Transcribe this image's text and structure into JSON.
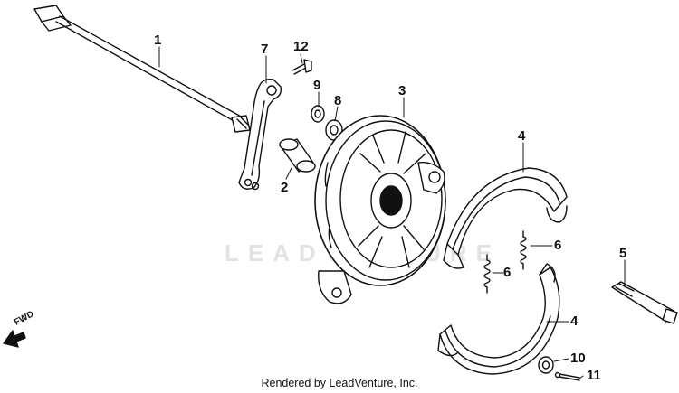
{
  "diagram": {
    "watermark": "LEADVENTURE",
    "credit": "Rendered by LeadVenture, Inc.",
    "direction_label": "FWD",
    "callouts": {
      "c1": "1",
      "c2": "2",
      "c3": "3",
      "c4a": "4",
      "c4b": "4",
      "c5": "5",
      "c6a": "6",
      "c6b": "6",
      "c7": "7",
      "c8": "8",
      "c9": "9",
      "c10": "10",
      "c11": "11",
      "c12": "12"
    },
    "parts": [
      "brake-rod",
      "bushing",
      "brake-panel",
      "brake-shoe-upper",
      "brake-shoe-lower",
      "brake-cam",
      "shoe-spring-left",
      "shoe-spring-right",
      "brake-arm",
      "seal",
      "washer",
      "small-washer",
      "cotter-pin",
      "bolt"
    ]
  }
}
